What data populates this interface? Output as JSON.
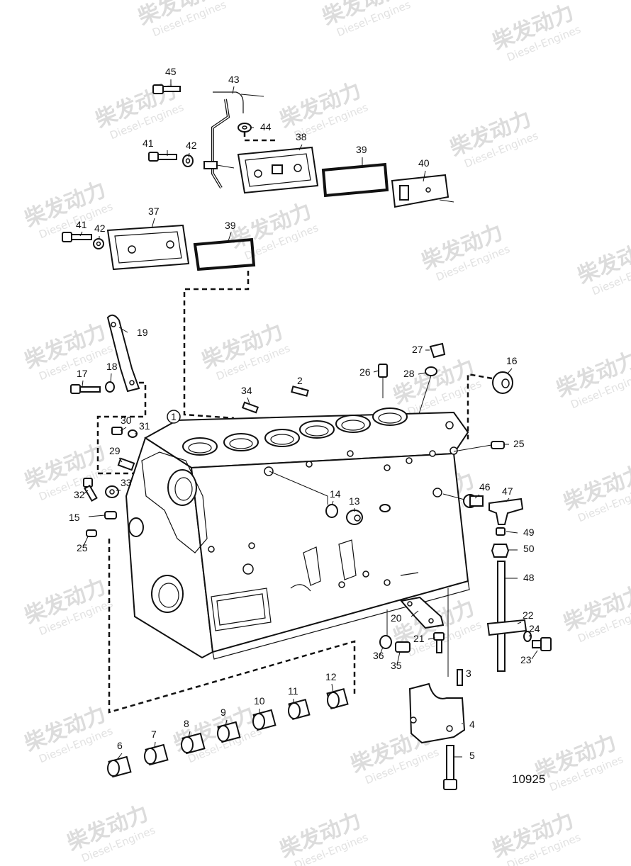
{
  "diagram": {
    "drawing_number": "10925",
    "watermark": {
      "brand_cn": "柴发动力",
      "brand_en": "Diesel-Engines"
    },
    "callouts": [
      {
        "label": "45"
      },
      {
        "label": "43"
      },
      {
        "label": "44"
      },
      {
        "label": "41"
      },
      {
        "label": "42"
      },
      {
        "label": "38"
      },
      {
        "label": "39"
      },
      {
        "label": "40"
      },
      {
        "label": "41"
      },
      {
        "label": "42"
      },
      {
        "label": "37"
      },
      {
        "label": "39"
      },
      {
        "label": "19"
      },
      {
        "label": "17"
      },
      {
        "label": "18"
      },
      {
        "label": "34"
      },
      {
        "label": "2"
      },
      {
        "label": "26"
      },
      {
        "label": "27"
      },
      {
        "label": "28"
      },
      {
        "label": "16"
      },
      {
        "label": "1"
      },
      {
        "label": "30"
      },
      {
        "label": "31"
      },
      {
        "label": "29"
      },
      {
        "label": "25"
      },
      {
        "label": "32"
      },
      {
        "label": "33"
      },
      {
        "label": "14"
      },
      {
        "label": "13"
      },
      {
        "label": "46"
      },
      {
        "label": "47"
      },
      {
        "label": "15"
      },
      {
        "label": "25"
      },
      {
        "label": "49"
      },
      {
        "label": "50"
      },
      {
        "label": "48"
      },
      {
        "label": "20"
      },
      {
        "label": "22"
      },
      {
        "label": "24"
      },
      {
        "label": "21"
      },
      {
        "label": "36"
      },
      {
        "label": "35"
      },
      {
        "label": "23"
      },
      {
        "label": "3"
      },
      {
        "label": "12"
      },
      {
        "label": "11"
      },
      {
        "label": "10"
      },
      {
        "label": "9"
      },
      {
        "label": "8"
      },
      {
        "label": "7"
      },
      {
        "label": "6"
      },
      {
        "label": "4"
      },
      {
        "label": "5"
      }
    ]
  }
}
